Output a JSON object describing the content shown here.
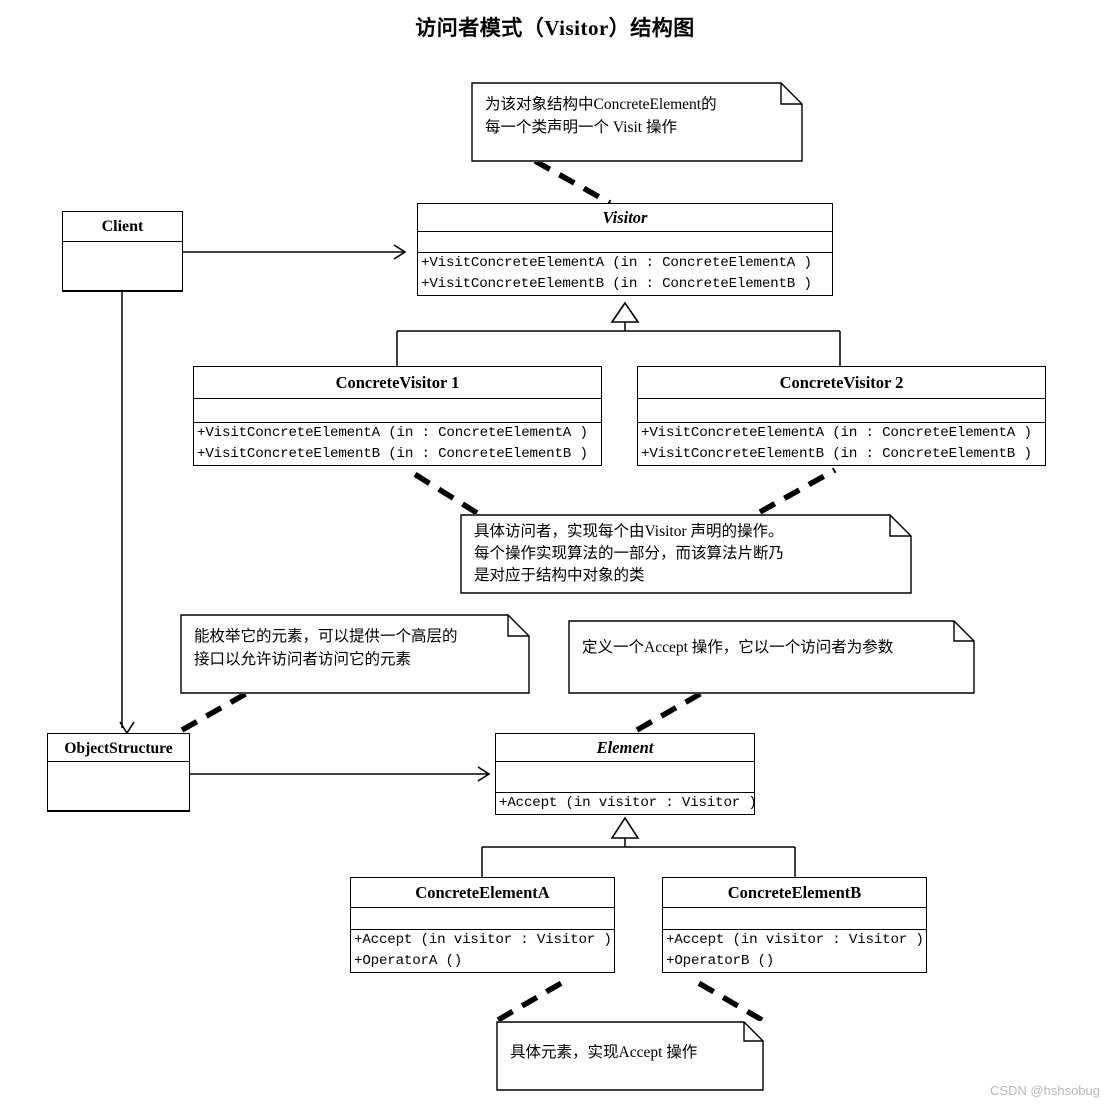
{
  "title": "访问者模式（Visitor）结构图",
  "watermark": "CSDN @hshsobug",
  "classes": {
    "client": {
      "name": "Client",
      "abstract": false,
      "operations": []
    },
    "visitor": {
      "name": "Visitor",
      "abstract": true,
      "operations": [
        "+VisitConcreteElementA (in  : ConcreteElementA )",
        "+VisitConcreteElementB (in  : ConcreteElementB )"
      ]
    },
    "concrete_visitor_1": {
      "name": "ConcreteVisitor 1",
      "abstract": false,
      "operations": [
        "+VisitConcreteElementA (in  : ConcreteElementA )",
        "+VisitConcreteElementB (in  : ConcreteElementB )"
      ]
    },
    "concrete_visitor_2": {
      "name": "ConcreteVisitor 2",
      "abstract": false,
      "operations": [
        "+VisitConcreteElementA (in  : ConcreteElementA )",
        "+VisitConcreteElementB (in  : ConcreteElementB )"
      ]
    },
    "object_structure": {
      "name": "ObjectStructure",
      "abstract": false,
      "operations": []
    },
    "element": {
      "name": "Element",
      "abstract": true,
      "operations": [
        "+Accept (in visitor  : Visitor )"
      ]
    },
    "concrete_element_a": {
      "name": "ConcreteElementA",
      "abstract": false,
      "operations": [
        "+Accept (in visitor  : Visitor )",
        "+OperatorA ()"
      ]
    },
    "concrete_element_b": {
      "name": "ConcreteElementB",
      "abstract": false,
      "operations": [
        "+Accept (in visitor  : Visitor )",
        "+OperatorB ()"
      ]
    }
  },
  "notes": {
    "visitor_note": "为该对象结构中ConcreteElement的\n每一个类声明一个 Visit 操作",
    "concrete_visitor_note": "具体访问者，实现每个由Visitor 声明的操作。\n每个操作实现算法的一部分，而该算法片断乃\n是对应于结构中对象的类",
    "object_structure_note": "能枚举它的元素，可以提供一个高层的\n接口以允许访问者访问它的元素",
    "element_note": "定义一个Accept 操作，它以一个访问者为参数",
    "concrete_element_note": "具体元素，实现Accept 操作"
  },
  "relations": [
    {
      "name": "client-to-visitor",
      "type": "association"
    },
    {
      "name": "client-to-objectstructure",
      "type": "association"
    },
    {
      "name": "visitor-generalization",
      "type": "generalization"
    },
    {
      "name": "objectstructure-to-element",
      "type": "association"
    },
    {
      "name": "element-generalization",
      "type": "generalization"
    }
  ],
  "colors": {
    "stroke": "#000000",
    "background": "#ffffff",
    "watermark": "#b9b9b9"
  }
}
